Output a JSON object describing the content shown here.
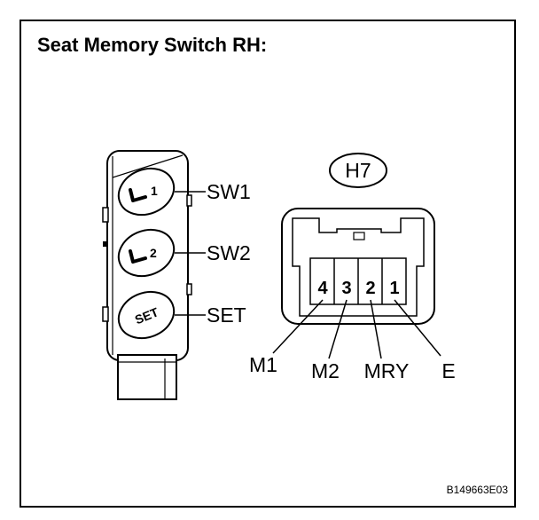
{
  "title": "Seat Memory Switch RH:",
  "switch": {
    "buttons": [
      {
        "glyph": "1",
        "callout": "SW1"
      },
      {
        "glyph": "2",
        "callout": "SW2"
      },
      {
        "text": "SET",
        "callout": "SET"
      }
    ],
    "icon": "seat-icon"
  },
  "connector": {
    "name": "H7",
    "pins": [
      {
        "number": "4",
        "signal": "M1"
      },
      {
        "number": "3",
        "signal": "M2"
      },
      {
        "number": "2",
        "signal": "MRY"
      },
      {
        "number": "1",
        "signal": "E"
      }
    ]
  },
  "figure_code": "B149663E03"
}
